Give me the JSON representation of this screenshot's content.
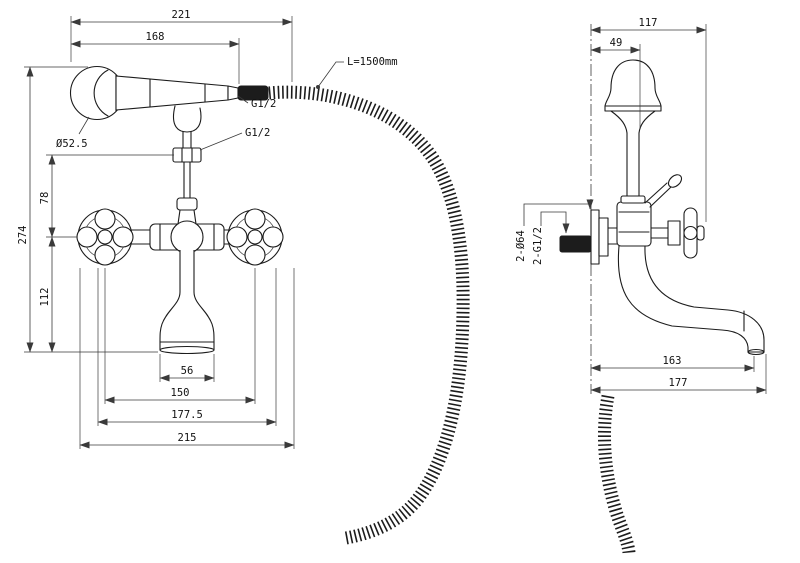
{
  "drawing": {
    "front_view": {
      "overall_length": "221",
      "handset_length": "168",
      "hose_length_note": "L=1500mm",
      "hose_thread": "G1/2",
      "bracket_thread": "G1/2",
      "head_diameter": "Ø52.5",
      "overall_height": "274",
      "bracket_to_valve": "78",
      "valve_to_spout": "112",
      "spout_mouth_width": "56",
      "handle_centers": "150",
      "body_width": "177.5",
      "overall_width": "215"
    },
    "side_view": {
      "overall_depth": "117",
      "head_offset": "49",
      "escutcheon_note": "2-Ø64",
      "inlet_thread_note": "2-G1/2",
      "spout_reach": "163",
      "overall_reach": "177"
    }
  }
}
